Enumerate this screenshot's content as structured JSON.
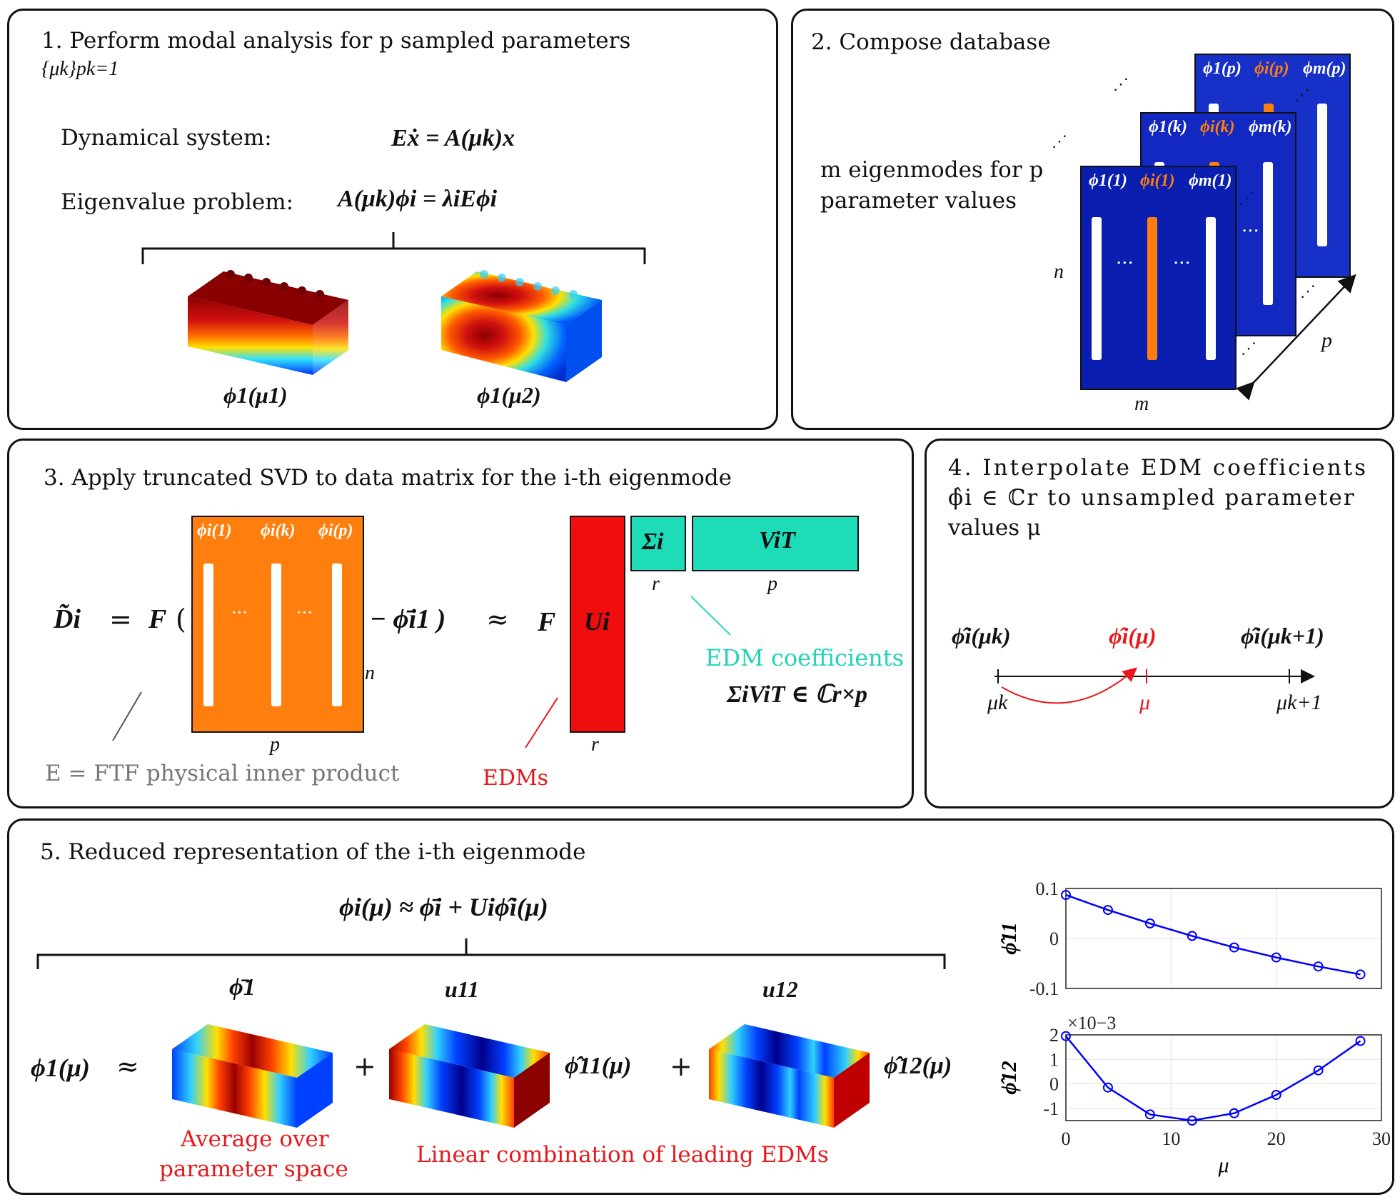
{
  "panel1": {
    "title": "1. Perform modal analysis for p sampled parameters",
    "title_line2": "{μk}pk=1",
    "dyn_label": "Dynamical system:",
    "dyn_eq": "Eẋ = A(μk)x",
    "eig_label": "Eigenvalue problem:",
    "eig_eq": "A(μk)ϕi = λiEϕi",
    "mode1_label": "ϕ1(μ1)",
    "mode2_label": "ϕ1(μ2)"
  },
  "panel2": {
    "title": "2. Compose database",
    "desc_line1": "m eigenmodes for p",
    "desc_line2": "parameter values",
    "n_label": "n",
    "m_label": "m",
    "p_label": "p",
    "slices": [
      {
        "cols": [
          "ϕ1(p)",
          "ϕi(p)",
          "ϕm(p)"
        ]
      },
      {
        "cols": [
          "ϕ1(k)",
          "ϕi(k)",
          "ϕm(k)"
        ]
      },
      {
        "cols": [
          "ϕ1(1)",
          "ϕi(1)",
          "ϕm(1)"
        ]
      }
    ]
  },
  "panel3": {
    "title": "3. Apply truncated SVD to data matrix for the i-th eigenmode",
    "lhs": "D̃i",
    "eq": "=",
    "F": "F",
    "open_paren": "(",
    "minus_term": "− ϕ̄i1 )",
    "approx": "≈",
    "F2": "F",
    "U": "Ui",
    "Sigma": "Σi",
    "V": "ViT",
    "cols": [
      "ϕi(1)",
      "ϕi(k)",
      "ϕi(p)"
    ],
    "n_label": "n",
    "p_label": "p",
    "r_label_u": "r",
    "r_label_s": "r",
    "p_label_v": "p",
    "edm_coeff_label": "EDM coefficients",
    "edm_coeff_eq": "ΣiViT ∈ ℂr×p",
    "inner_product": "E = FTF physical inner product",
    "edms_label": "EDMs"
  },
  "panel4": {
    "title_line1": "4. Interpolate EDM coefficients",
    "title_line2": "ϕ̂i ∈ ℂr to unsampled parameter",
    "title_line3": "values μ",
    "left_val": "ϕ̂i(μk)",
    "mid_val": "ϕ̂i(μ)",
    "right_val": "ϕ̂i(μk+1)",
    "tick_left": "μk",
    "tick_mid": "μ",
    "tick_right": "μk+1"
  },
  "panel5": {
    "title": "5. Reduced representation of the i-th eigenmode",
    "main_eq": "ϕi(μ) ≈ ϕ̄i + Uiϕ̂i(μ)",
    "lhs": "ϕ1(μ)",
    "approx": "≈",
    "plus1": "+",
    "plus2": "+",
    "term_mean": "ϕ̄1",
    "term_u11": "u11",
    "term_u12": "u12",
    "coef11": "ϕ̂11(μ)",
    "coef12": "ϕ̂12(μ)",
    "avg_line1": "Average over",
    "avg_line2": "parameter space",
    "lincomb": "Linear combination of leading EDMs"
  },
  "chart_data": [
    {
      "type": "line",
      "x": [
        0,
        4,
        8,
        12,
        16,
        20,
        24,
        28
      ],
      "y": [
        0.087,
        0.057,
        0.03,
        0.005,
        -0.018,
        -0.038,
        -0.056,
        -0.072
      ],
      "ylabel": "ϕ̂11",
      "ylim": [
        -0.1,
        0.1
      ],
      "xlim": [
        0,
        30
      ],
      "yticks": [
        "0.1",
        "0",
        "-0.1"
      ],
      "grid": true,
      "color": "#0000ff"
    },
    {
      "type": "line",
      "x": [
        0,
        4,
        8,
        12,
        16,
        20,
        24,
        28
      ],
      "y": [
        1.95,
        -0.15,
        -1.25,
        -1.5,
        -1.2,
        -0.45,
        0.55,
        1.75
      ],
      "ylabel": "ϕ̂12",
      "ylim": [
        -1.5,
        2
      ],
      "xlim": [
        0,
        30
      ],
      "yticks": [
        "2",
        "1",
        "0",
        "-1"
      ],
      "xticks": [
        "0",
        "10",
        "20",
        "30"
      ],
      "scale_label": "×10−3",
      "xlabel": "μ",
      "grid": true,
      "color": "#0000ff"
    }
  ],
  "colors": {
    "blue_slice": "#0a1fb0",
    "orange": "#ff7f0e",
    "red_matrix": "#f00d0d",
    "teal": "#1fdcb8",
    "edm_red": "#e8171b"
  }
}
